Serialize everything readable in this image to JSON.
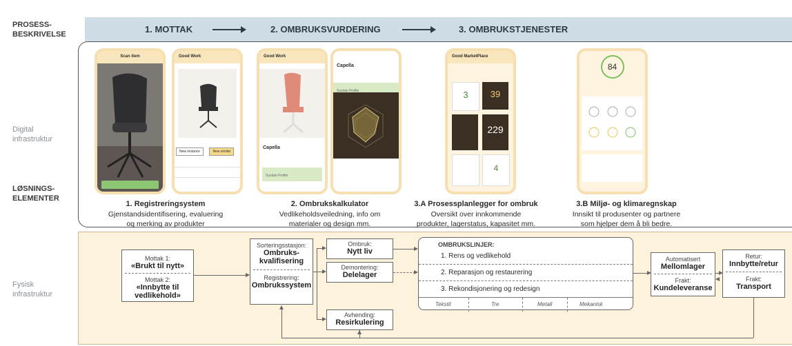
{
  "left_labels": {
    "process_line1": "PROSESS-",
    "process_line2": "BESKRIVELSE",
    "digital_line1": "Digital",
    "digital_line2": "infrastruktur",
    "solution_line1": "LØSNINGS-",
    "solution_line2": "ELEMENTER",
    "physical_line1": "Fysisk",
    "physical_line2": "infrastruktur"
  },
  "process_steps": [
    "1. MOTTAK",
    "2. OMBRUKSVURDERING",
    "3. OMBRUKSTJENESTER"
  ],
  "phones": {
    "scan_title": "Scan item",
    "good_work": "Good Work",
    "marketplace": "Good MarketPlace",
    "capella": "Capella",
    "new_instance": "New instance",
    "new_similar": "New similar",
    "sustain_profile": "Sustain Profile",
    "score_84": "84",
    "num_3": "3",
    "num_39": "39",
    "num_229": "229",
    "num_4": "4"
  },
  "solutions": [
    {
      "title": "1. Registreringsystem",
      "lines": [
        "Gjenstandsidentifisering, evaluering",
        "og merking av produkter"
      ]
    },
    {
      "title": "2. Ombrukskalkulator",
      "lines": [
        "Vedlikeholdsveiledning, info om",
        "materialer og design mm."
      ]
    },
    {
      "title": "3.A Prosessplanlegger for ombruk",
      "lines": [
        "Oversikt over innkommende",
        "produkter, lagerstatus, kapasitet mm."
      ]
    },
    {
      "title": "3.B Miljø- og klimaregnskap",
      "lines": [
        "Innsikt til produsenter og partnere",
        "som hjelper dem å bli bedre."
      ]
    }
  ],
  "physical": {
    "mottak1_label": "Mottak 1:",
    "mottak1_value": "«Brukt til nytt»",
    "mottak2_label": "Mottak 2:",
    "mottak2_value": "«Innbytte til vedlikehold»",
    "sortering_label": "Sorteringsstasjon:",
    "sortering_value": "Ombruks-kvalifisering",
    "registrering_label": "Registrering:",
    "registrering_value": "Ombrukssystem",
    "ombruk_label": "Ombruk:",
    "ombruk_value": "Nytt liv",
    "demontering_label": "Demontering:",
    "demontering_value": "Delelager",
    "avhending_label": "Avhending:",
    "avhending_value": "Resirkulering",
    "ombrukslinjer_title": "OMBRUKSLINJER:",
    "lines": [
      "1. Rens og vedlikehold",
      "2. Reparasjon og restaurering",
      "3. Rekondisjonering og redesign"
    ],
    "materials": [
      "Tekstil",
      "Tre",
      "Metall",
      "Mekanisk"
    ],
    "automatisert_label": "Automatisert",
    "automatisert_value": "Mellomlager",
    "frakt1_label": "Frakt:",
    "frakt1_value": "Kundeleveranse",
    "retur_label": "Retur:",
    "retur_value": "Innbytte/retur",
    "frakt2_label": "Frakt:",
    "frakt2_value": "Transport"
  }
}
